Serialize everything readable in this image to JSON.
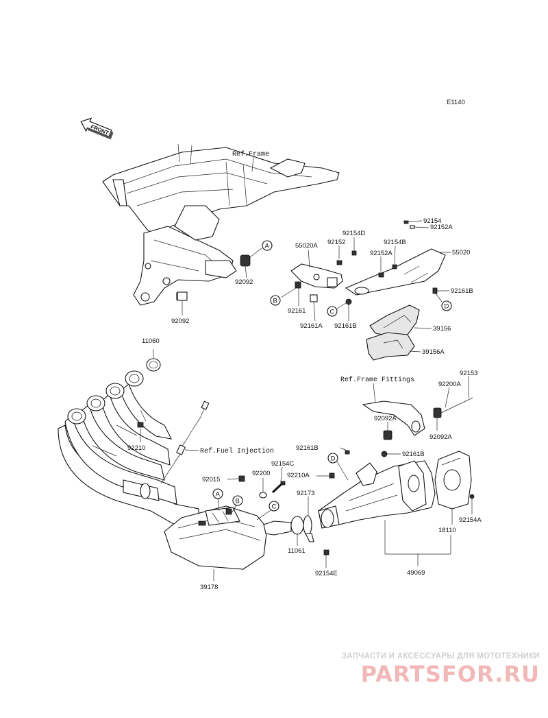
{
  "diagram": {
    "code": "E1140",
    "front_label": "FRONT",
    "refs": {
      "frame": "Ref.Frame",
      "frame_fittings": "Ref.Frame Fittings",
      "fuel_injection": "Ref.Fuel Injection"
    },
    "callouts": {
      "A": "A",
      "B": "B",
      "C": "C",
      "D": "D"
    },
    "parts": {
      "p92154_top": "92154",
      "p92152A_top": "92152A",
      "p92154D": "92154D",
      "p92152": "92152",
      "p55020A": "55020A",
      "p92154B": "92154B",
      "p92152A": "92152A",
      "p55020": "55020",
      "p92092_a": "92092",
      "p92161B_r": "92161B",
      "p92161": "92161",
      "p92161A": "92161A",
      "p92161B": "92161B",
      "p39156": "39156",
      "p92092_b": "92092",
      "p39156A": "39156A",
      "p11060": "11060",
      "p92153": "92153",
      "p92200A": "92200A",
      "p92092A_a": "92092A",
      "p92092A_b": "92092A",
      "p92210": "92210",
      "p92161B_m": "92161B",
      "p92161B_m2": "92161B",
      "p92154C": "92154C",
      "p92015": "92015",
      "p92200": "92200",
      "p92210A": "92210A",
      "p92173": "92173",
      "p92154A": "92154A",
      "p18110": "18110",
      "p11061": "11061",
      "p92154E": "92154E",
      "p49069": "49069",
      "p39178": "39178"
    }
  },
  "watermark": {
    "caption": "ЗАПЧАСТИ И АКСЕССУАРЫ ДЛЯ МОТОТЕХНИКИ",
    "logo": "PARTSFOR.RU"
  }
}
